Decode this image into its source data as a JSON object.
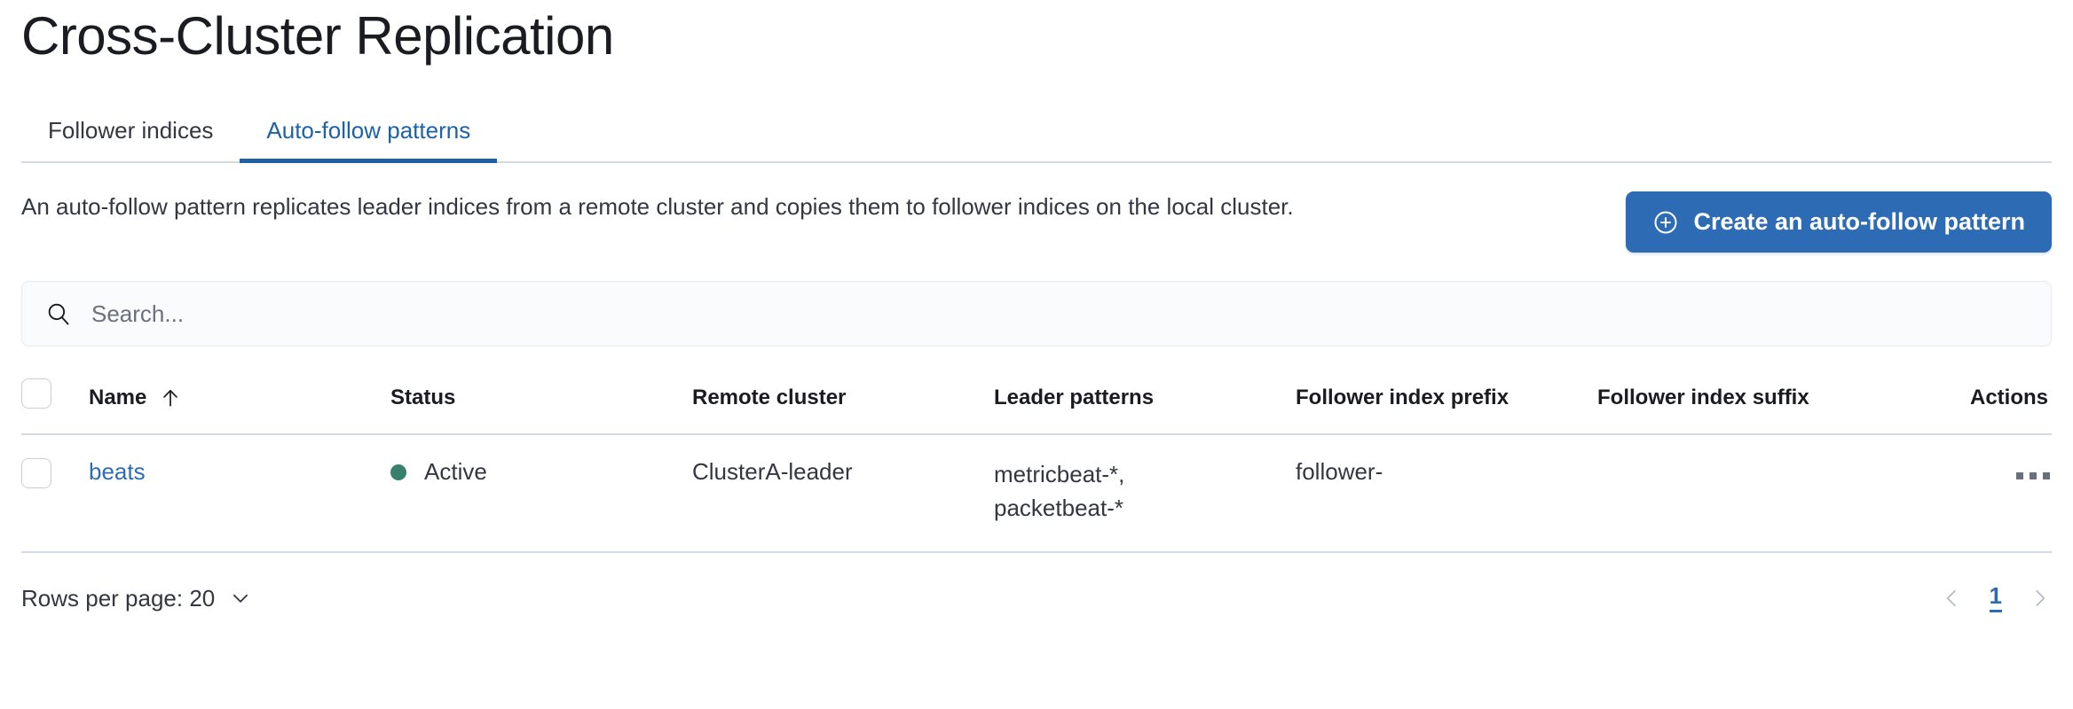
{
  "page": {
    "title": "Cross-Cluster Replication"
  },
  "tabs": [
    {
      "label": "Follower indices",
      "active": false
    },
    {
      "label": "Auto-follow patterns",
      "active": true
    }
  ],
  "description": {
    "text": "An auto-follow pattern replicates leader indices from a remote cluster and copies them to follower indices on the local cluster."
  },
  "actions": {
    "create_label": "Create an auto-follow pattern",
    "create_icon": "plus-in-circle-icon",
    "create_color": "#2d6cb4"
  },
  "search": {
    "placeholder": "Search...",
    "value": "",
    "icon": "search-icon"
  },
  "table": {
    "columns": [
      {
        "key": "name",
        "label": "Name",
        "sorted": "asc",
        "sort_icon": "arrow-up-icon"
      },
      {
        "key": "status",
        "label": "Status"
      },
      {
        "key": "remote_cluster",
        "label": "Remote cluster"
      },
      {
        "key": "leader_patterns",
        "label": "Leader patterns"
      },
      {
        "key": "follower_index_prefix",
        "label": "Follower index prefix"
      },
      {
        "key": "follower_index_suffix",
        "label": "Follower index suffix"
      },
      {
        "key": "actions",
        "label": "Actions"
      }
    ],
    "rows": [
      {
        "name": "beats",
        "status": "Active",
        "status_color": "#387f6e",
        "remote_cluster": "ClusterA-leader",
        "leader_patterns": [
          "metricbeat-*,",
          "packetbeat-*"
        ],
        "follower_index_prefix": "follower-",
        "follower_index_suffix": "",
        "actions_icon": "ellipsis-horizontal-icon"
      }
    ]
  },
  "footer": {
    "rows_per_page_label": "Rows per page: 20",
    "rows_per_page_icon": "chevron-down-icon",
    "prev_icon": "chevron-left-icon",
    "next_icon": "chevron-right-icon",
    "current_page": "1"
  }
}
